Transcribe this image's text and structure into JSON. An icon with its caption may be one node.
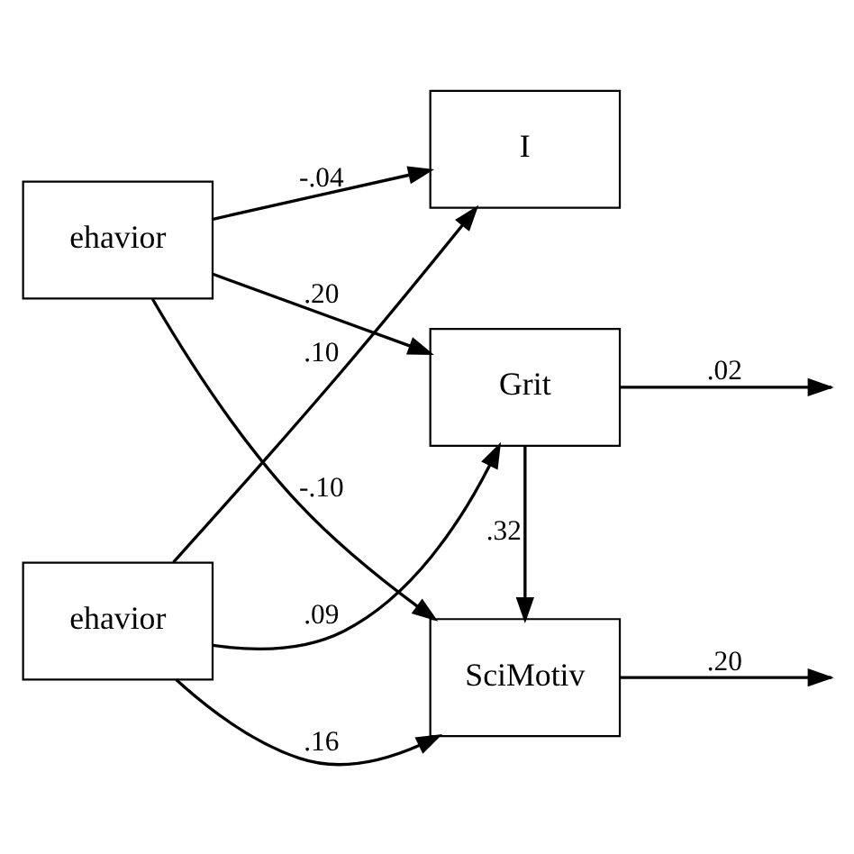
{
  "diagram": {
    "nodes": [
      {
        "text": [
          "Grit"
        ]
      },
      {
        "text": [
          "ehavior"
        ]
      },
      {
        "text": [
          "ehavior"
        ]
      },
      {
        "text": [
          "I"
        ]
      },
      {
        "text": [
          "SciMotiv"
        ]
      }
    ],
    "edges": [
      {
        "from": 1,
        "to": 0,
        "arrow": "to",
        "label": ".20"
      },
      {
        "from": 2,
        "to": 0,
        "arrow": "to",
        "label": ".09"
      },
      {
        "from": 1,
        "to": 3,
        "arrow": "to",
        "label": "-.04"
      },
      {
        "from": 1,
        "to": 4,
        "arrow": "to",
        "label": "-.10"
      },
      {
        "from": 0,
        "to": 4,
        "arrow": "to",
        "label": ".32"
      },
      {
        "from": 0,
        "to": null,
        "arrow": "to",
        "label": ".02"
      },
      {
        "from": 2,
        "to": 3,
        "arrow": "to",
        "label": ".10"
      },
      {
        "from": 2,
        "to": 4,
        "arrow": "to",
        "label": ".16"
      },
      {
        "from": 4,
        "to": null,
        "arrow": "to",
        "label": ".20"
      }
    ]
  }
}
